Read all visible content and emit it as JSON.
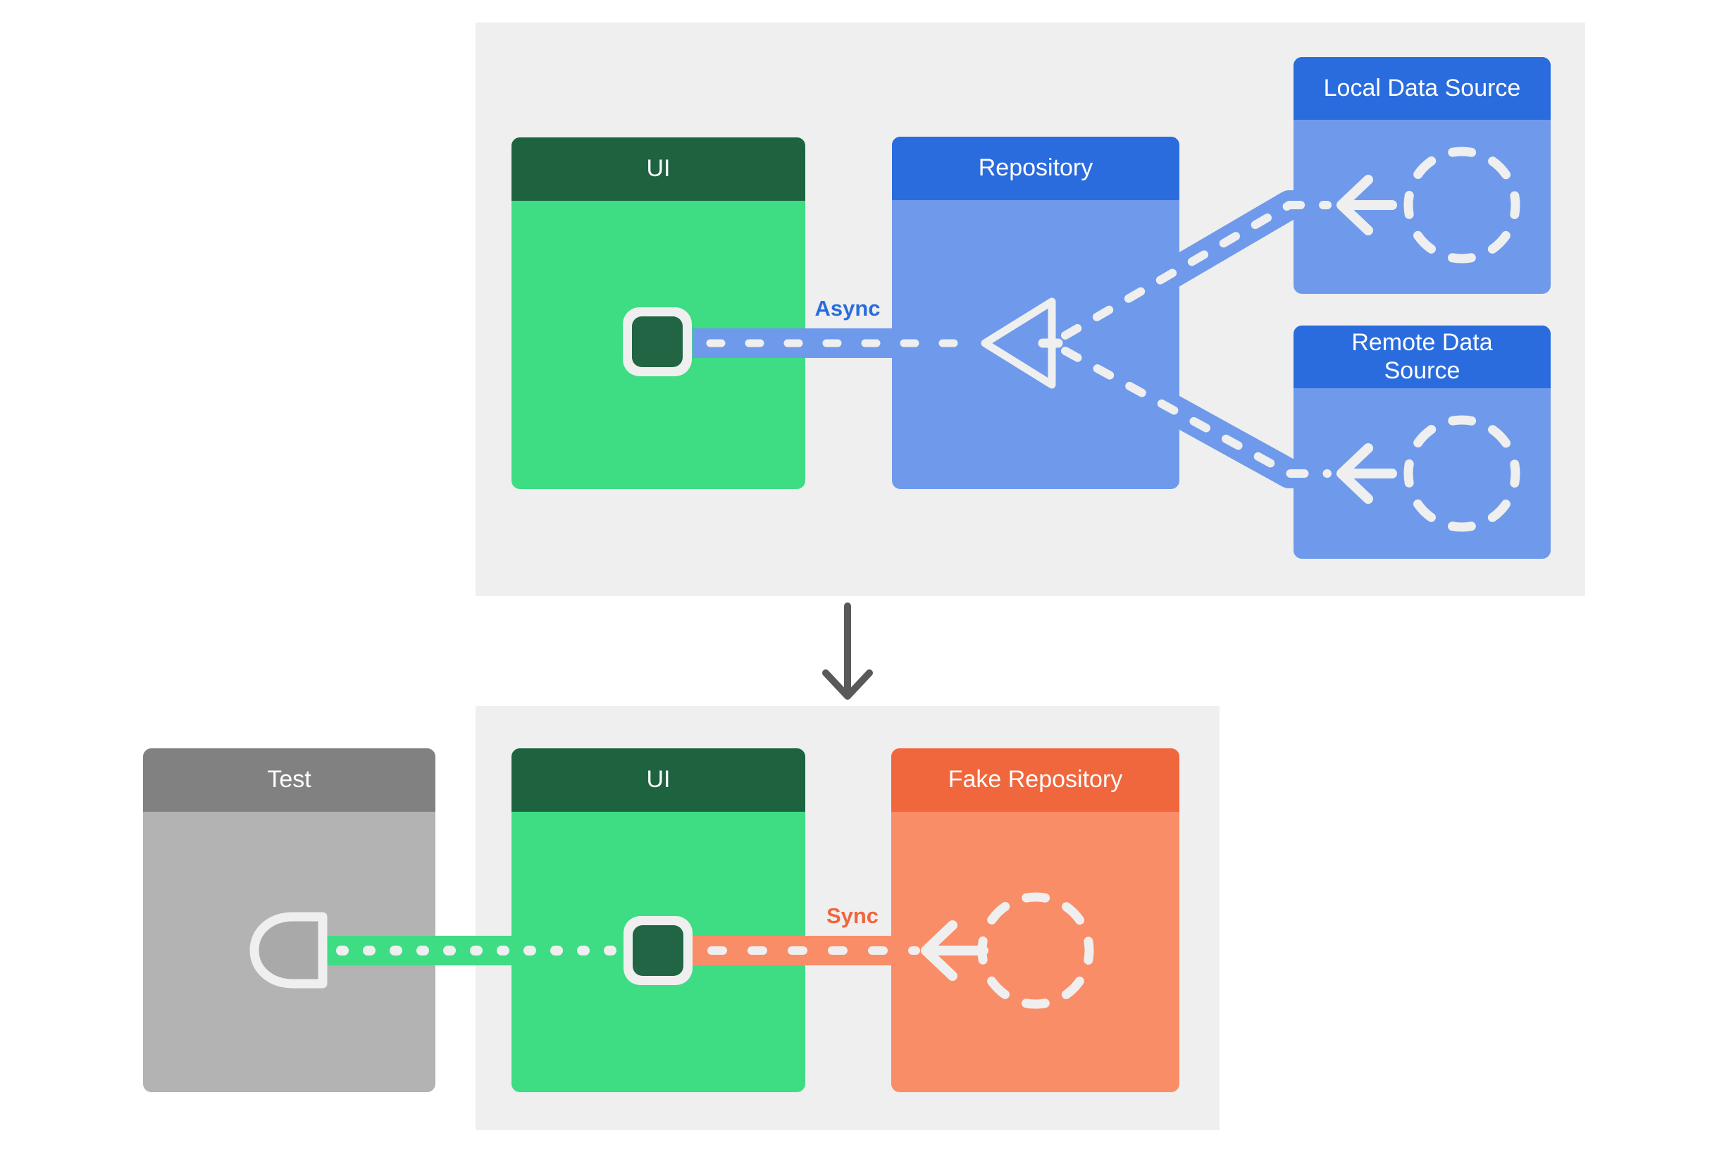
{
  "top_panel": {
    "ui": {
      "label": "UI"
    },
    "repository": {
      "label": "Repository"
    },
    "local_data_source": {
      "label": "Local Data Source"
    },
    "remote_data_source": {
      "label": "Remote Data Source"
    },
    "async_label": "Async"
  },
  "bottom_panel": {
    "test": {
      "label": "Test"
    },
    "ui": {
      "label": "UI"
    },
    "fake_repository": {
      "label": "Fake Repository"
    },
    "sync_label": "Sync"
  },
  "icons": {
    "phone": "phone-icon",
    "dashed_circle": "dashed-circle-icon",
    "left_arrow": "left-arrow-icon",
    "triangle_arrowhead": "triangle-arrowhead-icon",
    "socket": "socket-icon",
    "down_arrow": "down-arrow-icon"
  },
  "colors": {
    "page_bg": "#ffffff",
    "panel_bg": "#efefef",
    "green_header": "#1e6340",
    "green_body": "#3edc83",
    "icon_green": "#216544",
    "blue_header": "#2a6cdd",
    "blue_body": "#6f9aeb",
    "orange_header": "#f0663d",
    "orange_body": "#f98d67",
    "test_header": "#818181",
    "test_body": "#b3b3b3",
    "socket_fill": "#a9a9a9",
    "icon_white": "#efefef",
    "arrow_dark": "#595959",
    "header_text": "#ffffff"
  }
}
